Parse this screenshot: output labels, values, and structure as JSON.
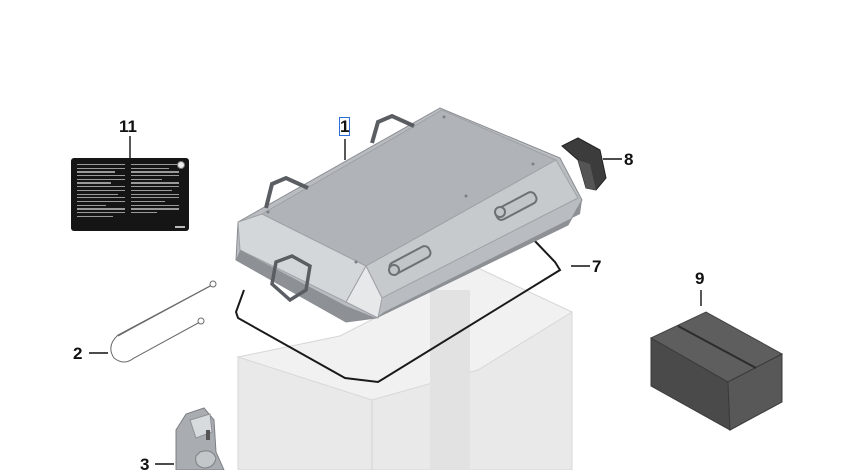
{
  "diagram": {
    "callouts": [
      {
        "id": "1",
        "label": "1",
        "part": "lid-assembly",
        "selected": true
      },
      {
        "id": "2",
        "label": "2",
        "part": "safety-cable"
      },
      {
        "id": "3",
        "label": "3",
        "part": "mount-bracket"
      },
      {
        "id": "7",
        "label": "7",
        "part": "lid-seal"
      },
      {
        "id": "8",
        "label": "8",
        "part": "corner-cap"
      },
      {
        "id": "9",
        "label": "9",
        "part": "box-package"
      },
      {
        "id": "11",
        "label": "11",
        "part": "instruction-label"
      }
    ]
  }
}
